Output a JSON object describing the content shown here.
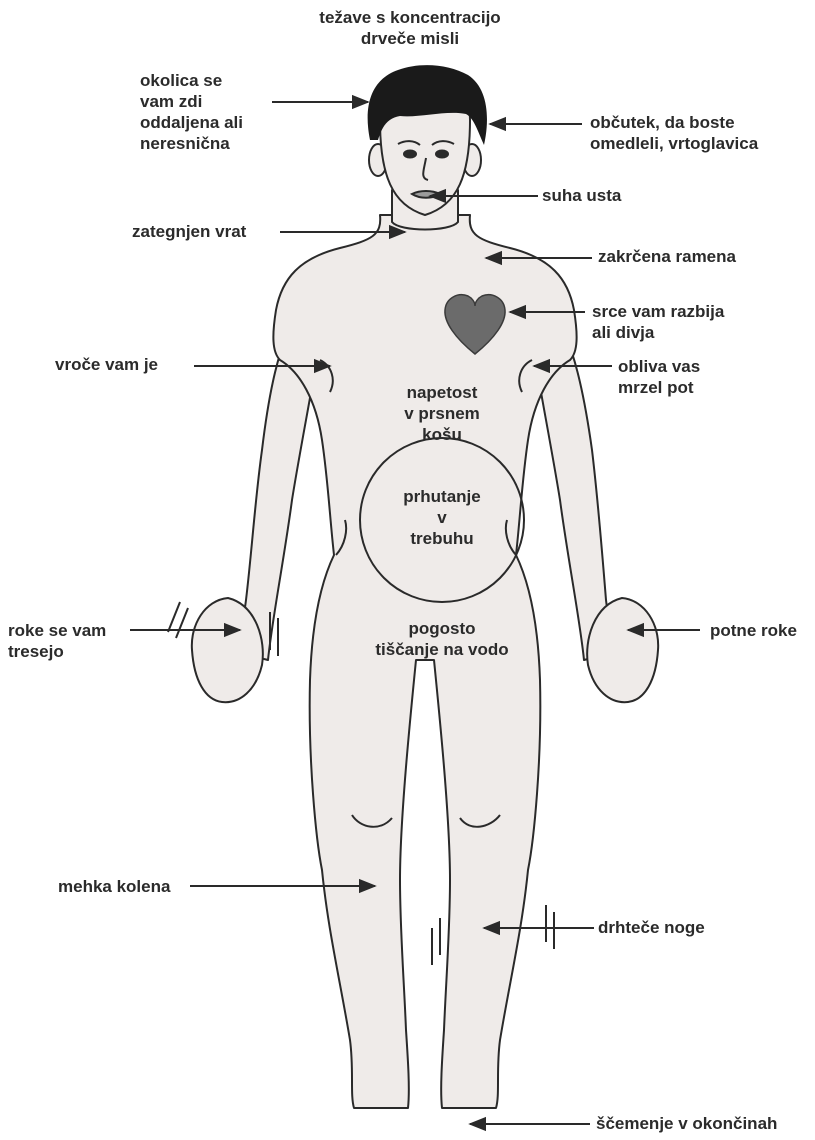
{
  "colors": {
    "body_fill": "#efebe9",
    "outline": "#2a2a2a",
    "hair": "#1a1a1a",
    "heart": "#6b6b6b",
    "text": "#2b2b2b"
  },
  "labels": {
    "concentration": "težave s koncentracijo\ndrveče misli",
    "surroundings": "okolica se\nvam zdi\noddaljena ali\nneresnična",
    "faint": "občutek, da boste\nomedleli, vrtoglavica",
    "dry_mouth": "suha usta",
    "tense_neck": "zategnjen vrat",
    "shoulders": "zakrčena ramena",
    "heart": "srce vam razbija\nali divja",
    "hot": "vroče vam je",
    "sweat": "obliva vas\nmrzel pot",
    "chest": "napetost\nv prsnem\nkošu",
    "stomach": "prhutanje\nv\ntrebuhu",
    "shaking_hands": "roke se vam\ntresejo",
    "sweaty_hands": "potne roke",
    "urination": "pogosto\ntiščanje na vodo",
    "knees": "mehka kolena",
    "legs": "drhteče noge",
    "tingling": "ščemenje v okončinah"
  },
  "icons": [
    "body-figure-icon",
    "heart-icon",
    "arrow-icon",
    "tremor-lines-icon"
  ]
}
